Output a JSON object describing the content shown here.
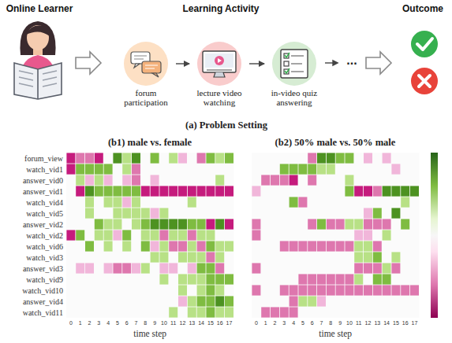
{
  "diagram": {
    "nodes": [
      {
        "text": [
          "forum participation"
        ]
      },
      {
        "text": [
          "lecture video watching"
        ]
      },
      {
        "text": [
          "in-video quiz answering"
        ]
      }
    ],
    "edges": [
      {
        "from": 0,
        "to": 1,
        "arrow": "to"
      },
      {
        "from": 1,
        "to": 2,
        "arrow": "to"
      }
    ],
    "labels": [
      "Online Learner",
      "Learning Activity",
      "Outcome",
      "...",
      "(a) Problem Setting",
      "(b1) male vs. female",
      "(b2) 50% male vs. 50% male",
      "forum_view",
      "watch_vid1",
      "answer_vid0",
      "answer_vid1",
      "watch_vid4",
      "watch_vid5",
      "answer_vid2",
      "watch_vid2",
      "watch_vid6",
      "watch_vid3",
      "answer_vid3",
      "watch_vid9",
      "watch_vid10",
      "answer_vid4",
      "watch_vid11",
      "0",
      "1",
      "2",
      "3",
      "4",
      "5",
      "6",
      "7",
      "8",
      "9",
      "10",
      "11",
      "12",
      "13",
      "14",
      "15",
      "16",
      "17",
      "time step",
      "0",
      "1",
      "2",
      "3",
      "4",
      "5",
      "6",
      "7",
      "8",
      "9",
      "10",
      "11",
      "12",
      "13",
      "14",
      "15",
      "16",
      "17",
      "time step"
    ]
  }
}
